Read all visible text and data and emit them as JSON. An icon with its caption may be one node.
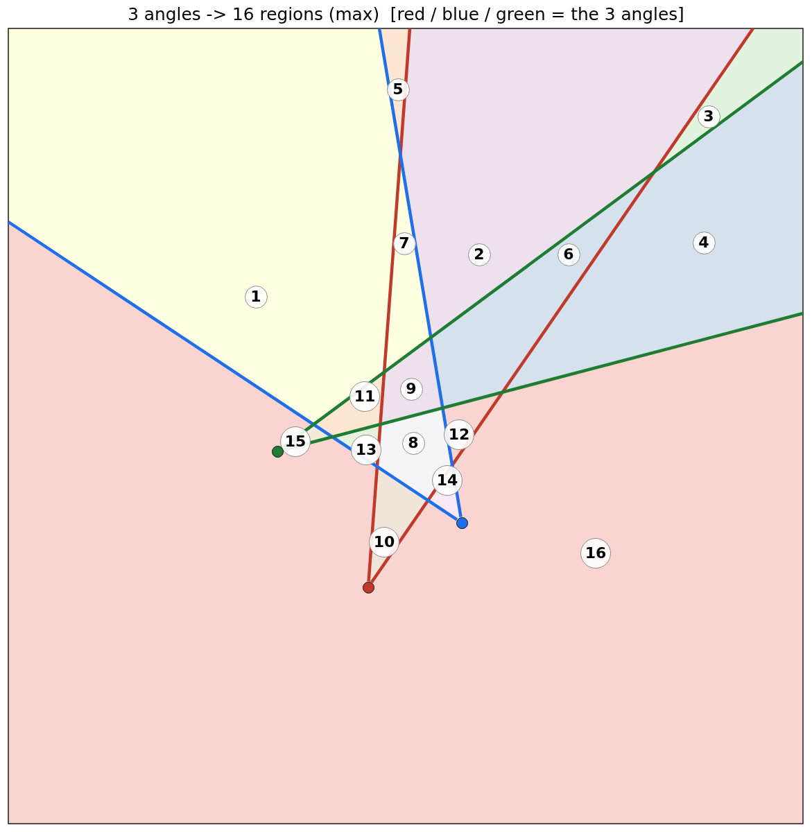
{
  "diagram": {
    "title": "3 angles -> 16 regions (max)  [red / blue / green = the 3 angles]",
    "nodes": [
      {
        "text": [
          "1"
        ]
      },
      {
        "text": [
          "2"
        ]
      },
      {
        "text": [
          "3"
        ]
      },
      {
        "text": [
          "4"
        ]
      },
      {
        "text": [
          "5"
        ]
      },
      {
        "text": [
          "6"
        ]
      },
      {
        "text": [
          "7"
        ]
      },
      {
        "text": [
          "8"
        ]
      },
      {
        "text": [
          "9"
        ]
      },
      {
        "text": [
          "10"
        ]
      },
      {
        "text": [
          "11"
        ]
      },
      {
        "text": [
          "12"
        ]
      },
      {
        "text": [
          "13"
        ]
      },
      {
        "text": [
          "14"
        ]
      },
      {
        "text": [
          "15"
        ]
      },
      {
        "text": [
          "16"
        ]
      },
      {
        "text": [],
        "shape": "circle"
      },
      {
        "text": [],
        "shape": "circle"
      },
      {
        "text": [],
        "shape": "circle"
      }
    ],
    "edges": [
      {
        "from": 16,
        "to": null,
        "arrow": "none",
        "color": "#c0392b"
      },
      {
        "from": 16,
        "to": null,
        "arrow": "none",
        "color": "#c0392b"
      },
      {
        "from": 17,
        "to": null,
        "arrow": "none",
        "color": "#1f6feb"
      },
      {
        "from": 17,
        "to": null,
        "arrow": "none",
        "color": "#1f6feb"
      },
      {
        "from": 18,
        "to": null,
        "arrow": "none",
        "color": "#1e7d32"
      },
      {
        "from": 18,
        "to": null,
        "arrow": "none",
        "color": "#1e7d32"
      }
    ]
  }
}
